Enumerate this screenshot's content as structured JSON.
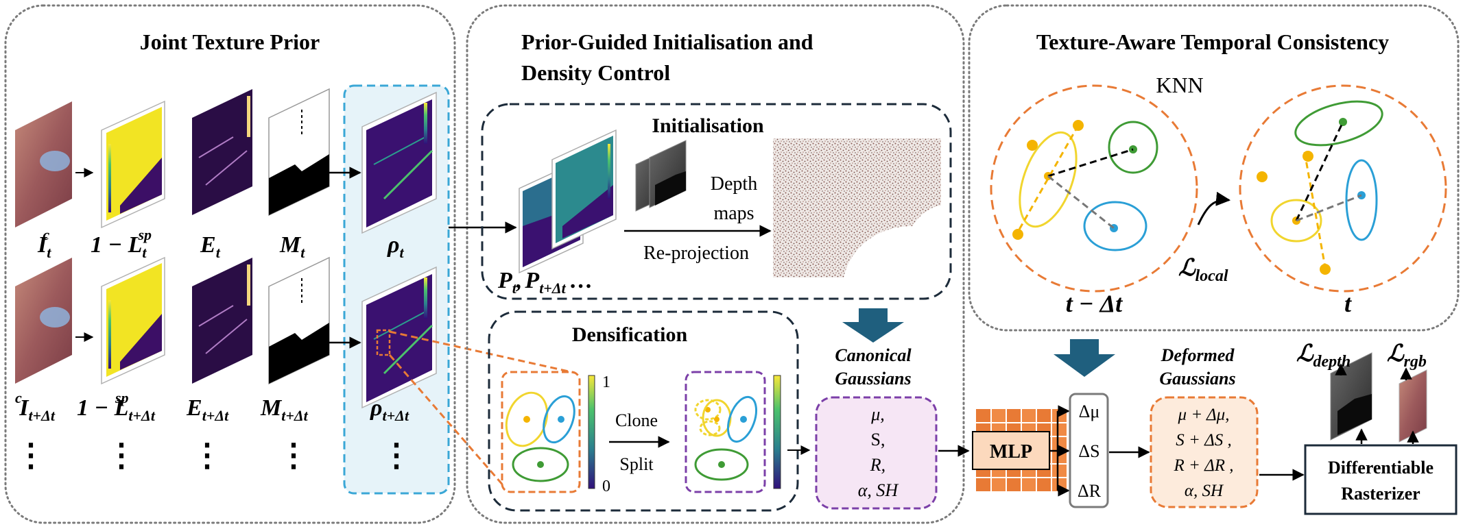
{
  "panels": {
    "joint_texture_prior": {
      "title": "Joint Texture Prior"
    },
    "prior_guided": {
      "title_line1": "Prior-Guided Initialisation and",
      "title_line2": "Density Control"
    },
    "temporal": {
      "title": "Texture-Aware Temporal Consistency",
      "knn_label": "KNN"
    }
  },
  "rows": {
    "row_t": {
      "image": "I_t^c",
      "lsp": "1 − L_t^{sp}",
      "edge": "E_t",
      "mask": "M_t",
      "rho": "ρ_t"
    },
    "row_dt": {
      "image": "I_{t+Δt}^c",
      "lsp": "1 − L_{t+Δt}^{sp}",
      "edge": "E_{t+Δt}",
      "mask": "M_{t+Δt}",
      "rho": "ρ_{t+Δt}"
    },
    "ellipsis": "⋮"
  },
  "label_text": {
    "I": "I",
    "c": "c",
    "t": "t",
    "tdt": "t+Δt",
    "one_minus_L": "1 − L",
    "sp": "sp",
    "E": "E",
    "M": "M",
    "rho": "ρ",
    "P": "P",
    "P_t": "t",
    "P_sep": ",",
    "P_dt": "t+Δt",
    "P_more": "…"
  },
  "initialisation": {
    "title": "Initialisation",
    "depth_label_1": "Depth",
    "depth_label_2": "maps",
    "reprojection_label": "Re-projection",
    "point_sets": "P_t, P_{t+Δt} …"
  },
  "densification": {
    "title": "Densification",
    "colorbar_max": "1",
    "colorbar_min": "0",
    "clone_label": "Clone",
    "split_label": "Split"
  },
  "canonical": {
    "title_line1": "Canonical",
    "title_line2": "Gaussians",
    "params": [
      "μ,",
      "S,",
      "R,",
      "α, SH"
    ]
  },
  "mlp": {
    "label": "MLP",
    "outputs": [
      "Δμ",
      "ΔS",
      "ΔR"
    ]
  },
  "deformed": {
    "title_line1": "Deformed",
    "title_line2": "Gaussians",
    "params": [
      "μ + Δμ,",
      "S + ΔS ,",
      "R + ΔR ,",
      "α, SH"
    ]
  },
  "temporal_labels": {
    "prev_frame": "t − Δt",
    "curr_frame": "t",
    "loss_local": "ℒ",
    "loss_local_sub": "local"
  },
  "rasterizer": {
    "label_line1": "Differentiable",
    "label_line2": "Rasterizer",
    "loss_depth": "ℒ",
    "loss_depth_sub": "depth",
    "loss_rgb": "ℒ",
    "loss_rgb_sub": "rgb"
  },
  "colors": {
    "panel_border": "#7a7a7a",
    "dashed_box": "#1c2b3a",
    "rho_bg": "#e6f3f9",
    "rho_border": "#3aa7d6",
    "big_arrow": "#1f5f7e",
    "orange": "#e87a35",
    "purple": "#7b3fa8",
    "canonical_bg": "#f6e6f5",
    "deformed_bg": "#fdebdc",
    "yellow": "#f1d52e",
    "blue": "#2a9fd6",
    "green": "#3f9b35",
    "gold": "#f4b400",
    "viridis_dark": "#3c0f66",
    "viridis_yellow": "#f0e43a"
  }
}
